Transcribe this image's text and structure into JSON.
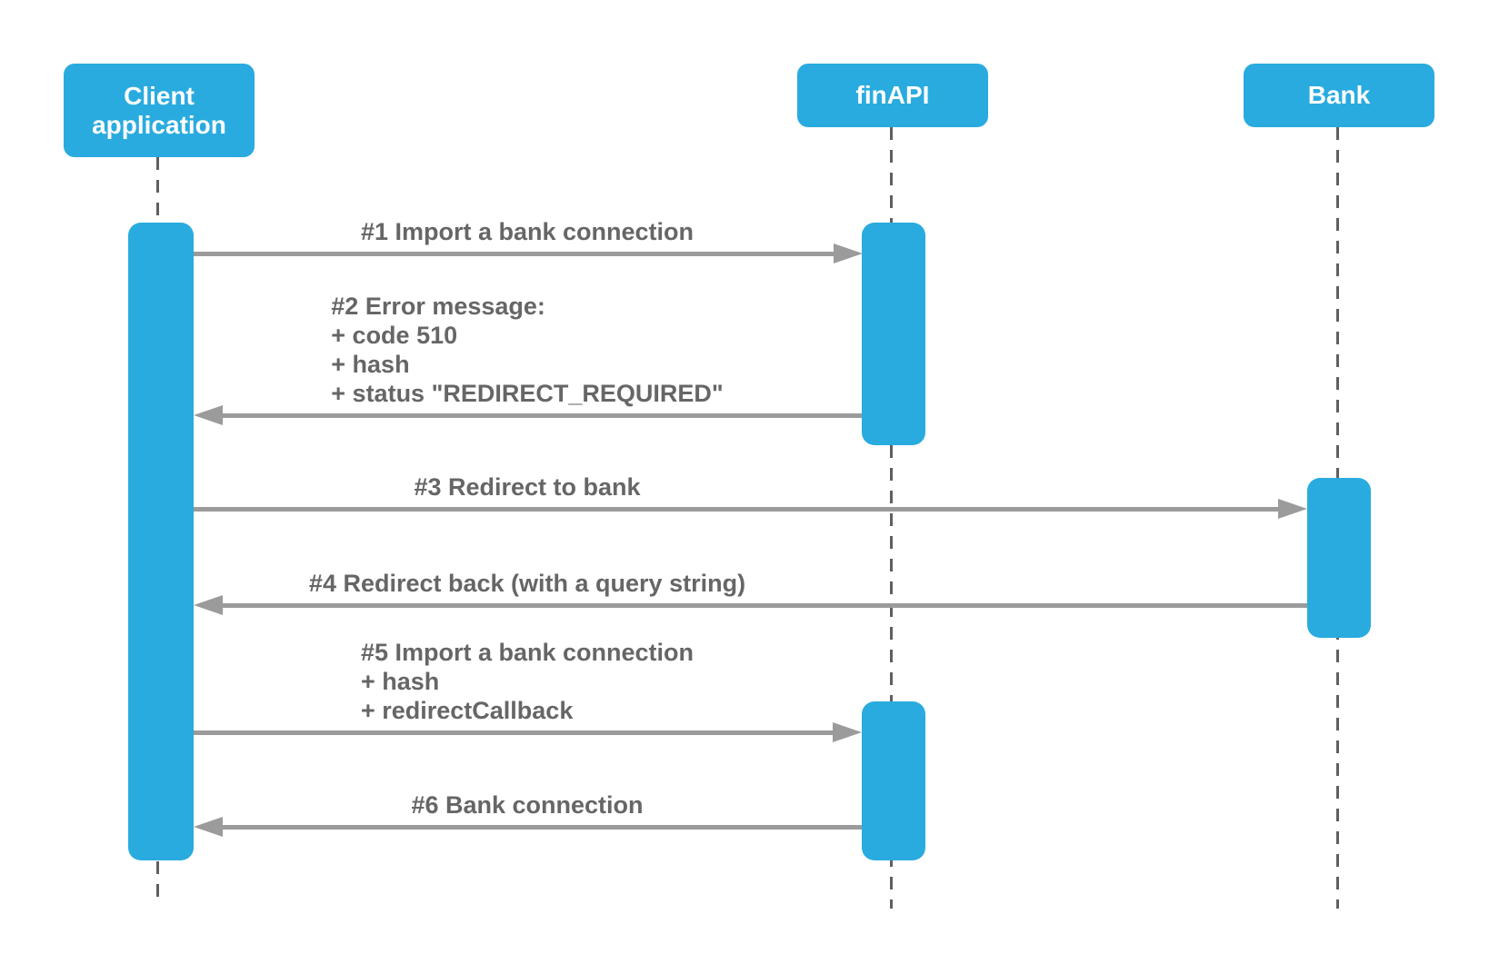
{
  "diagram": {
    "type": "sequence-diagram",
    "actors": [
      {
        "id": "client",
        "label": "Client\napplication"
      },
      {
        "id": "finapi",
        "label": "finAPI"
      },
      {
        "id": "bank",
        "label": "Bank"
      }
    ],
    "messages": [
      {
        "num": 1,
        "from": "client",
        "to": "finapi",
        "direction": "right",
        "label": "#1 Import a bank connection"
      },
      {
        "num": 2,
        "from": "finapi",
        "to": "client",
        "direction": "left",
        "label": "#2 Error message:\n+ code 510\n+ hash\n+ status \"REDIRECT_REQUIRED\""
      },
      {
        "num": 3,
        "from": "client",
        "to": "bank",
        "direction": "right",
        "label": "#3 Redirect to bank"
      },
      {
        "num": 4,
        "from": "bank",
        "to": "client",
        "direction": "left",
        "label": "#4 Redirect back (with a query string)"
      },
      {
        "num": 5,
        "from": "client",
        "to": "finapi",
        "direction": "right",
        "label": "#5 Import a bank connection\n+ hash\n+ redirectCallback"
      },
      {
        "num": 6,
        "from": "finapi",
        "to": "client",
        "direction": "left",
        "label": "#6 Bank connection"
      }
    ],
    "colors": {
      "actor_fill": "#29abdf",
      "actor_text": "#ffffff",
      "arrow": "#9b9b9b",
      "lifeline": "#5f5f5f",
      "label_text": "#666666",
      "background": "#ffffff"
    }
  }
}
